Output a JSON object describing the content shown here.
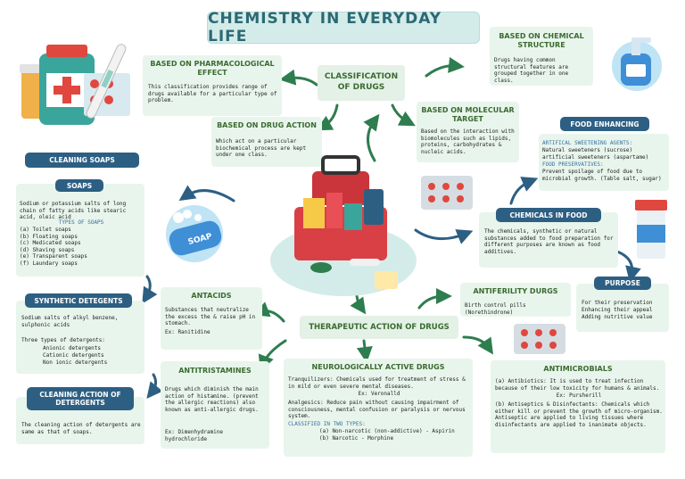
{
  "title": "CHEMISTRY IN EVERYDAY LIFE",
  "classification": {
    "center": "CLASSIFICATION OF DRUGS",
    "pharmacological": {
      "heading": "BASED ON PHARMACOLOGICAL EFFECT",
      "text": "This classification provides range of drugs available for a particular type of problem."
    },
    "drug_action": {
      "heading": "BASED ON DRUG ACTION",
      "text": "Which act on a particular biochemical process are kept under one class."
    },
    "molecular_target": {
      "heading": "BASED ON MOLECULAR TARGET",
      "text": "Based on the interaction with biomolecules such as lipids, proteins, carbohydrates & nucleic acids."
    },
    "chemical_structure": {
      "heading": "BASED ON CHEMICAL STRUCTURE",
      "text": "Drugs having common structural features are grouped together in one class."
    }
  },
  "cleaning_soaps": {
    "pill": "CLEANING SOAPS",
    "soaps_pill": "SOAPS",
    "definition": "Sodium or potassium salts of long chain of fatty acids like stearic acid, oleic acid",
    "types_heading": "TYPES OF SOAPS",
    "types": [
      "(a) Toilet soaps",
      "(b) Floating soaps",
      "(c) Medicated soaps",
      "(d) Shaving soaps",
      "(e) Transparent soaps",
      "(f) Laundary soaps"
    ],
    "soap_bar_label": "SOAP"
  },
  "synthetic_detergents": {
    "pill": "SYNTHETIC DETEGENTS",
    "definition": "Sodium salts of alkyl benzene, sulphonic acids",
    "types_intro": "Three types of detergents:",
    "types": [
      "Anionic detergents",
      "Cationic detergents",
      "Non ionic detergents"
    ]
  },
  "cleaning_action": {
    "pill": "CLEANING ACTION OF DETERGENTS",
    "text": "The cleaning action of detergents are same as that of soaps."
  },
  "therapeutic": {
    "center": "THERAPEUTIC ACTION OF DRUGS",
    "antacids": {
      "heading": "ANTACIDS",
      "text": "Substances that neutralize the excess the & raise pH in stomach.",
      "example": "Ex: Ranitidine"
    },
    "antihistamines": {
      "heading": "ANTITRISTAMINES",
      "text": "Drugs which diminish the main action of histamine. (prevent the allergic reactions) also known as anti-allergic drugs.",
      "example": "Ex: Dimenhydramine hydrochloride"
    },
    "neuro": {
      "heading": "NEUROLOGICALLY ACTIVE DRUGS",
      "tranquilizers": "Tranquilizers: Chemicals used for treatment of stress & in mild or even severe mental diseases.",
      "tranq_example": "Ex: Veronalld",
      "analgesics": "Analgesics: Reduce pain without causing impairment of consciousness, mental confusion or paralysis or nervous system.",
      "classified": "CLASSIFIED IN TWO TYPES:",
      "types": [
        "(a) Non-narcotic (non-addictive) - Aspirin",
        "(b) Narcotic - Morphine"
      ]
    },
    "antifertility": {
      "heading": "ANTIFERILITY DURGS",
      "text": "Birth control pills (Norethindrone)"
    },
    "antimicrobials": {
      "heading": "ANTIMICROBIALS",
      "antibiotics": "(a) Antibiotics: It is used to treat infection because of their low toxicity for humans & animals.",
      "antibiotics_example": "Ex: Pursherill",
      "antiseptics": "(b) Antiseptics & Disinfectants: Chemicals which either kill or prevent the growth of micro-organism. Antiseptic are applied to living tissues where disinfectants are applied to inanimate objects."
    }
  },
  "chemicals_in_food": {
    "pill": "CHEMICALS IN FOOD",
    "text": "The chemicals, synthetic or natural substances added to food preparation for different purposes are known as food additives.",
    "enhancing_pill": "FOOD ENHANCING",
    "sweeteners_heading": "ARTIFICAL SWEETENING AGENTS:",
    "sweeteners_text": "Natural sweeteners (sucrose) artificial sweeteners (aspartame)",
    "preservatives_heading": "FOOD PRESERVATIVES:",
    "preservatives_text": "Prevent spoilage of food due to microbial growth. (Table salt, sugar)",
    "purpose_pill": "PURPOSE",
    "purposes": [
      "For their preservation",
      "Enhancing their appeal",
      "Adding nutritive value"
    ]
  }
}
